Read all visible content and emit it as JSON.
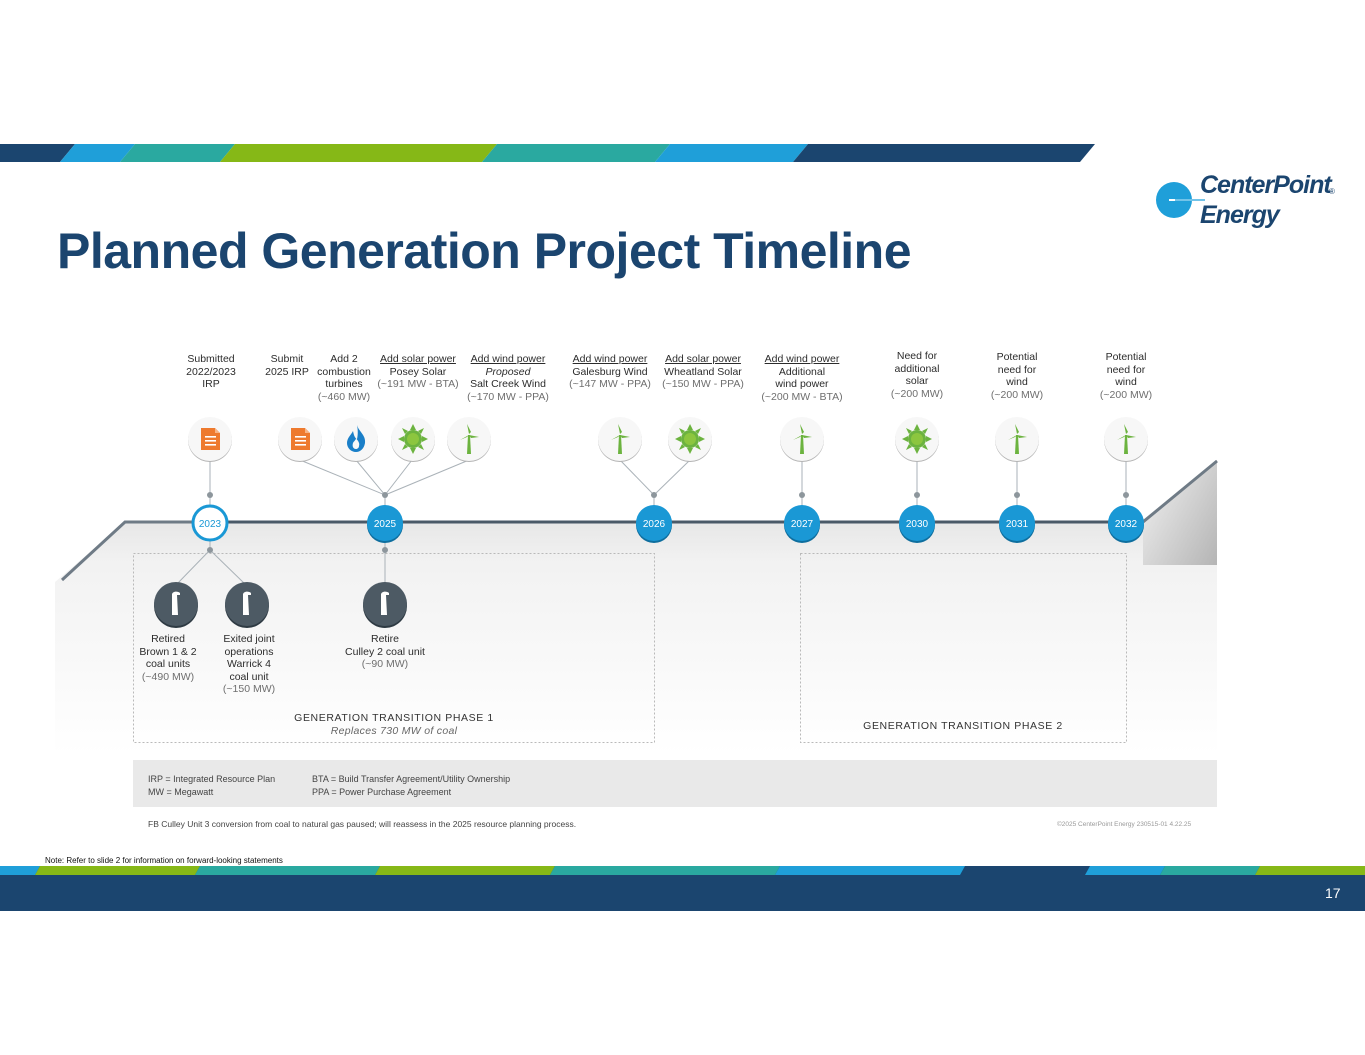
{
  "title": "Planned Generation Project Timeline",
  "logo": {
    "line1": "CenterPoint",
    "line2": "Energy",
    "reg": "®"
  },
  "colors": {
    "navy": "#1b456f",
    "blue": "#1f9fd9",
    "teal": "#2aa9a0",
    "green": "#86b817",
    "orange": "#ee7a2e",
    "node": "#1a98d5"
  },
  "years": [
    "2023",
    "2025",
    "2026",
    "2027",
    "2030",
    "2031",
    "2032"
  ],
  "top_labels": [
    {
      "lines": [
        "Submitted",
        "2022/2023",
        "IRP"
      ]
    },
    {
      "lines": [
        "Submit",
        "2025 IRP"
      ]
    },
    {
      "lines": [
        "Add 2",
        "combustion",
        "turbines"
      ],
      "sub": "(~460 MW)"
    },
    {
      "heading": "Add solar power",
      "lines": [
        "Posey Solar"
      ],
      "sub": "(~191 MW - BTA)"
    },
    {
      "heading": "Add wind power",
      "italic": "Proposed",
      "lines": [
        "Salt Creek Wind"
      ],
      "sub": "(~170 MW - PPA)"
    },
    {
      "heading": "Add wind power",
      "lines": [
        "Galesburg Wind"
      ],
      "sub": "(~147 MW - PPA)"
    },
    {
      "heading": "Add solar power",
      "lines": [
        "Wheatland Solar"
      ],
      "sub": "(~150 MW - PPA)"
    },
    {
      "heading": "Add wind power",
      "lines": [
        "Additional",
        "wind power"
      ],
      "sub": "(~200 MW - BTA)"
    },
    {
      "lines": [
        "Need for",
        "additional",
        "solar"
      ],
      "sub": "(~200 MW)"
    },
    {
      "lines": [
        "Potential",
        "need for",
        "wind"
      ],
      "sub": "(~200 MW)"
    },
    {
      "lines": [
        "Potential",
        "need for",
        "wind"
      ],
      "sub": "(~200 MW)"
    }
  ],
  "top_icons": [
    "document-icon",
    "document-icon",
    "flame-icon",
    "sun-icon",
    "wind-turbine-icon",
    "wind-turbine-icon",
    "sun-icon",
    "wind-turbine-icon",
    "sun-icon",
    "wind-turbine-icon",
    "wind-turbine-icon"
  ],
  "bottom_labels": [
    {
      "lines": [
        "Retired",
        "Brown 1 & 2",
        "coal units"
      ],
      "sub": "(~490 MW)"
    },
    {
      "lines": [
        "Exited joint",
        "operations",
        "Warrick 4",
        "coal unit"
      ],
      "sub": "(~150 MW)"
    },
    {
      "lines": [
        "Retire",
        "Culley 2 coal unit"
      ],
      "sub": "(~90 MW)"
    }
  ],
  "bottom_icons": [
    "smokestack-icon",
    "smokestack-icon",
    "smokestack-icon"
  ],
  "phase1": {
    "title": "GENERATION TRANSITION PHASE 1",
    "subtitle": "Replaces 730 MW of coal"
  },
  "phase2": {
    "title": "GENERATION TRANSITION PHASE 2"
  },
  "legend": {
    "col1": [
      "IRP = Integrated Resource Plan",
      "MW = Megawatt"
    ],
    "col2": [
      "BTA = Build Transfer Agreement/Utility Ownership",
      "PPA = Power Purchase Agreement"
    ]
  },
  "footnote": "FB Culley Unit 3 conversion from coal to natural gas paused; will reassess in the 2025 resource planning process.",
  "copyright": "©2025 CenterPoint Energy 230515-01 4.22.25",
  "note": "Note: Refer to slide 2 for information on forward-looking statements",
  "page_number": "17"
}
